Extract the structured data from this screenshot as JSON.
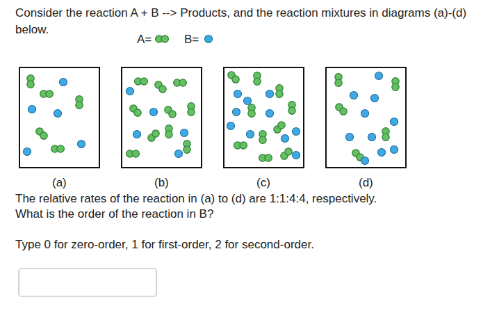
{
  "diagram": {
    "title": "Consider the reaction A + B --> Products, and the reaction mixtures in diagrams (a)-(d) below.",
    "labels": [
      "A=",
      "B=",
      "(a)",
      "(b)",
      "(c)",
      "(d)",
      "The relative rates of the reaction in (a) to (d) are 1:1:4:4, respectively.",
      "What is the order of the reaction in B?",
      "Type 0 for zero-order, 1 for first-order, 2 for second-order."
    ]
  }
}
